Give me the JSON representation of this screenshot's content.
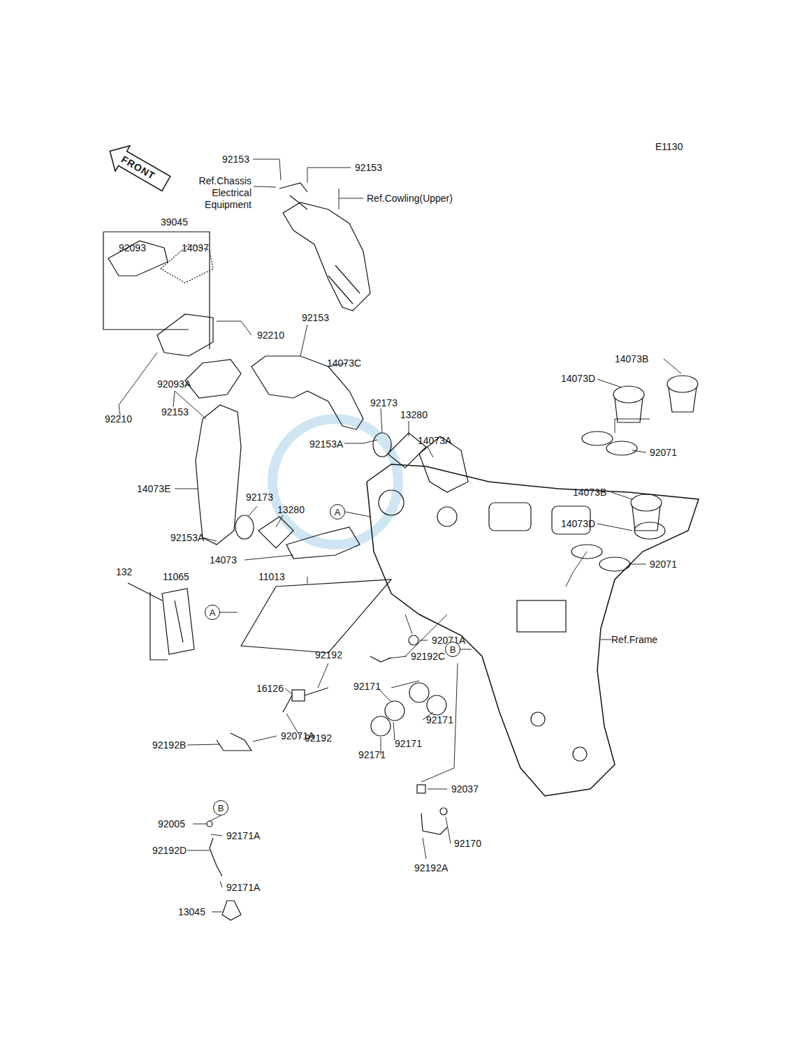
{
  "diagram": {
    "nodes": [
      {
        "text": [
          "FRONT"
        ]
      },
      {
        "text": [
          "A"
        ]
      },
      {
        "text": [
          "A"
        ]
      },
      {
        "text": [
          "B"
        ]
      },
      {
        "text": [
          "B"
        ]
      }
    ],
    "labels": [
      "E1130",
      "92153",
      "92153",
      "Ref.Chassis Electrical Equipment",
      "Ref.Cowling(Upper)",
      "39045",
      "92093",
      "14037",
      "92210",
      "92153",
      "14073C",
      "92093A",
      "92173",
      "13280",
      "14073A",
      "14073B",
      "14073D",
      "92071",
      "92210",
      "92153",
      "92153A",
      "14073E",
      "92173",
      "13280",
      "14073B",
      "14073D",
      "92071",
      "92153A",
      "14073",
      "132",
      "11065",
      "11013",
      "Ref.Frame",
      "92071A",
      "92192",
      "92192C",
      "16126",
      "92171",
      "92171",
      "92192",
      "92071A",
      "92192B",
      "92171",
      "92171",
      "92037",
      "92005",
      "92171A",
      "92192D",
      "92170",
      "92192A",
      "92171A",
      "13045"
    ]
  }
}
